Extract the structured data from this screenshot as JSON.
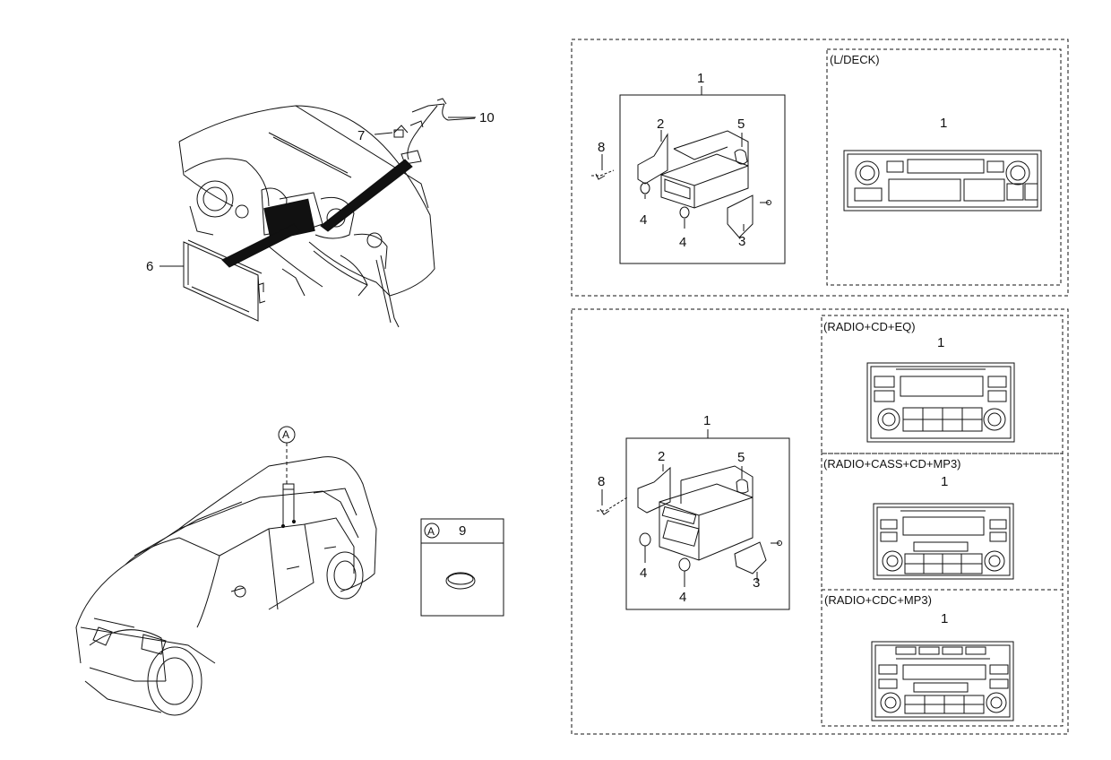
{
  "overview": {
    "callouts": {
      "c7": "7",
      "c10": "10",
      "c6": "6"
    },
    "roof_ref": "A"
  },
  "detail_box": {
    "ref": "A",
    "number": "9"
  },
  "upper_panel": {
    "callouts": {
      "c1": "1",
      "c2": "2",
      "c3": "3",
      "c4a": "4",
      "c4b": "4",
      "c5": "5",
      "c8": "8"
    },
    "variant": {
      "title": "(L/DECK)",
      "callout": "1"
    }
  },
  "lower_panel": {
    "callouts": {
      "c1": "1",
      "c2": "2",
      "c3": "3",
      "c4a": "4",
      "c4b": "4",
      "c5": "5",
      "c8": "8"
    },
    "variants": [
      {
        "title": "(RADIO+CD+EQ)",
        "callout": "1"
      },
      {
        "title": "(RADIO+CASS+CD+MP3)",
        "callout": "1"
      },
      {
        "title": "(RADIO+CDC+MP3)",
        "callout": "1"
      }
    ]
  }
}
